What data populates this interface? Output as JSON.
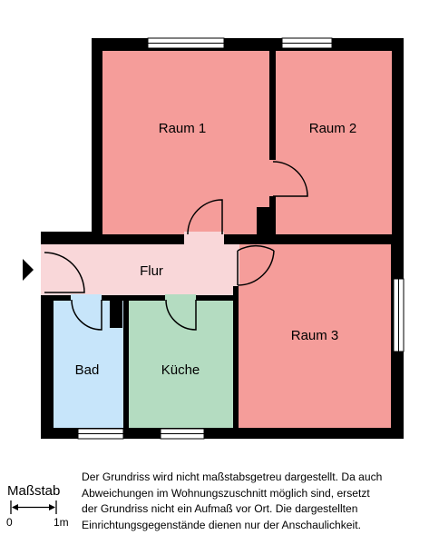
{
  "rooms": {
    "raum1": {
      "label": "Raum 1",
      "fill": "#f59d9a"
    },
    "raum2": {
      "label": "Raum 2",
      "fill": "#f59d9a"
    },
    "raum3": {
      "label": "Raum 3",
      "fill": "#f59d9a"
    },
    "flur": {
      "label": "Flur",
      "fill": "#f9d7d9"
    },
    "bad": {
      "label": "Bad",
      "fill": "#c7e5fa"
    },
    "kueche": {
      "label": "Küche",
      "fill": "#b4dcc1"
    }
  },
  "colors": {
    "wall": "#000000",
    "background": "#ffffff"
  },
  "scale": {
    "title": "Maßstab",
    "start": "0",
    "end": "1m"
  },
  "disclaimer": "Der Grundriss wird nicht maßstabsgetreu dargestellt. Da auch\nAbweichungen im Wohnungszuschnitt möglich sind, ersetzt\nder Grundriss nicht ein Aufmaß vor Ort. Die dargestellten\nEinrichtungsgegenstände dienen nur der Anschaulichkeit."
}
